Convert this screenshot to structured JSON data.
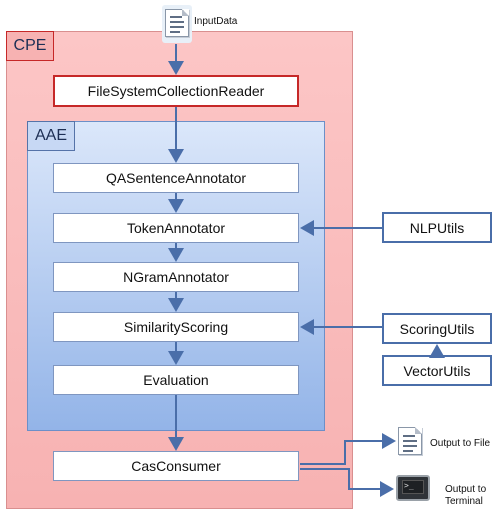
{
  "input": {
    "label": "InputData",
    "icon": "document-icon"
  },
  "cpe": {
    "label": "CPE",
    "reader": "FileSystemCollectionReader",
    "consumer": "CasConsumer"
  },
  "aae": {
    "label": "AAE",
    "annotators": [
      "QASentenceAnnotator",
      "TokenAnnotator",
      "NGramAnnotator",
      "SimilarityScoring",
      "Evaluation"
    ]
  },
  "utils": {
    "nlp": "NLPUtils",
    "scoring": "ScoringUtils",
    "vector": "VectorUtils"
  },
  "outputs": {
    "file": {
      "label": "Output to File",
      "icon": "document-icon"
    },
    "terminal": {
      "label_line1": "Output to",
      "label_line2": "Terminal",
      "icon": "terminal-icon"
    }
  },
  "colors": {
    "cpe_fill": "#f7b2b2",
    "cpe_border": "#c62828",
    "aae_fill": "#a9c4ef",
    "arrow": "#4a6ea9"
  }
}
